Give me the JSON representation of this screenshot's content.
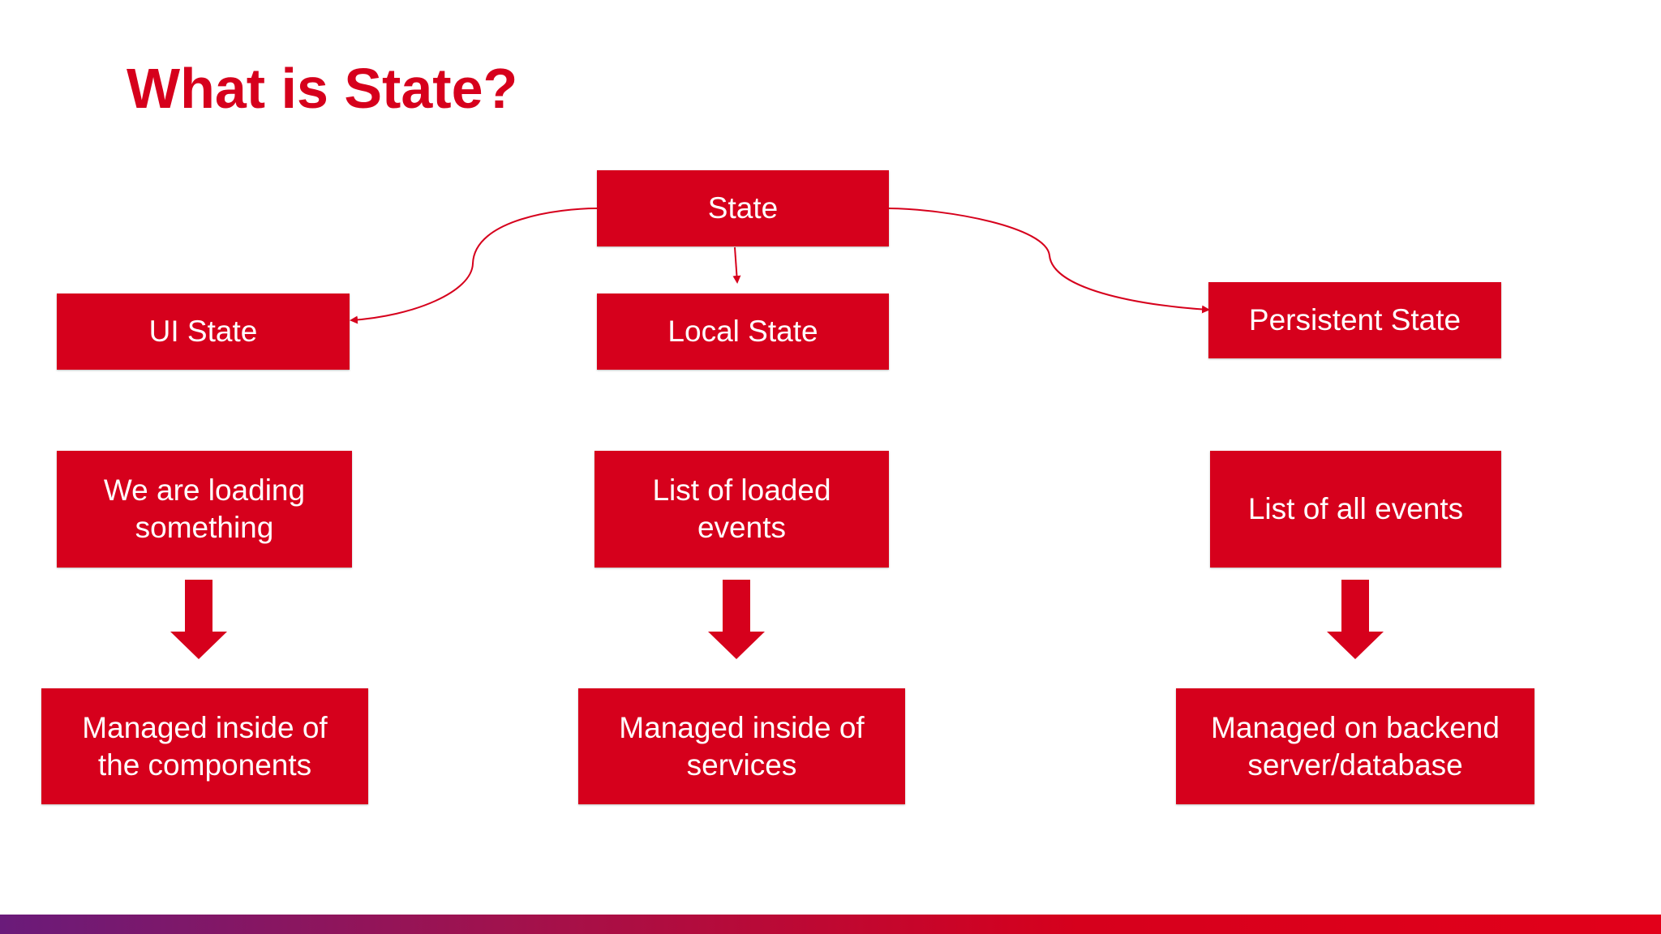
{
  "slide": {
    "title": "What is State?"
  },
  "diagram": {
    "root": "State",
    "categories": [
      {
        "label": "UI State",
        "example": "We are loading\nsomething",
        "managed": "Managed inside of\nthe components"
      },
      {
        "label": "Local State",
        "example": "List of loaded\nevents",
        "managed": "Managed inside of\nservices"
      },
      {
        "label": "Persistent State",
        "example": "List of all events",
        "managed": "Managed on backend\nserver/database"
      }
    ]
  },
  "colors": {
    "accent": "#d6001c",
    "box_text": "#ffffff",
    "background": "#ffffff"
  }
}
